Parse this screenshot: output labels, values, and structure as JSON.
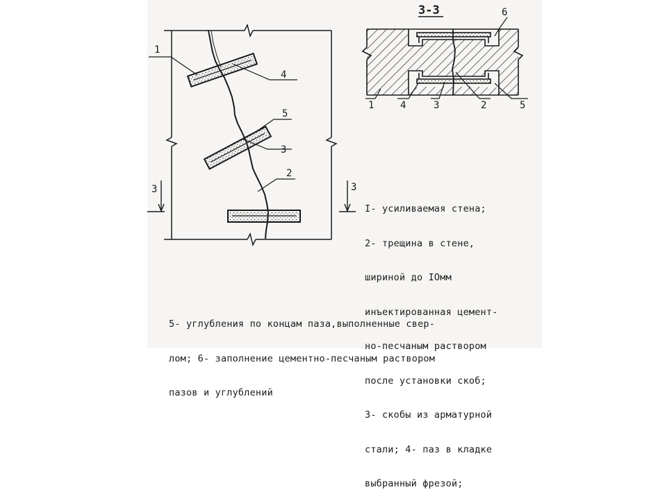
{
  "section_title": "3-3",
  "section_mark_label": "3",
  "callouts": {
    "elevation": {
      "n1": "1",
      "n2": "2",
      "n3": "3",
      "n4": "4",
      "n5": "5"
    },
    "section": {
      "n1": "1",
      "n2": "2",
      "n3": "3",
      "n4": "4",
      "n5": "5",
      "n6": "6"
    }
  },
  "legend_right": [
    "I- усиливаемая стена;",
    "2- трещина в стене,",
    "шириной до IOмм",
    "инъектированная цемент-",
    "но-песчаным раствором",
    "после установки скоб;",
    "3- скобы из арматурной",
    "стали; 4- паз в кладке",
    "выбранный фрезой;"
  ],
  "legend_bottom": [
    "5- углубления по концам паза,выполненные свер-",
    "лом; 6- заполнение цементно-песчаным раствором",
    "пазов и углублений"
  ]
}
